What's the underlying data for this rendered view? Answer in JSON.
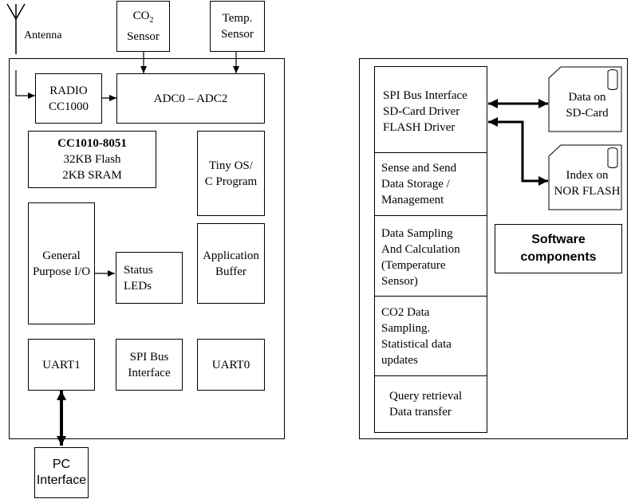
{
  "antenna": {
    "label": "Antenna"
  },
  "sensors": {
    "co2": {
      "label_main": "CO",
      "label_sub": "2",
      "label_rest": " Sensor"
    },
    "temp": {
      "line1": "Temp.",
      "line2": "Sensor"
    }
  },
  "hardware": {
    "radio": {
      "line1": "RADIO",
      "line2": "CC1000"
    },
    "adc": {
      "label": "ADC0 – ADC2"
    },
    "mcu": {
      "line1": "CC1010-8051",
      "line2": "32KB Flash",
      "line3": "2KB SRAM"
    },
    "os": {
      "line1": "Tiny OS/",
      "line2": "C Program"
    },
    "gpio": {
      "line1": "General",
      "line2": "Purpose I/O"
    },
    "leds": {
      "line1": "Status",
      "line2": "LEDs"
    },
    "app_buffer": {
      "line1": "Application",
      "line2": "Buffer"
    },
    "uart1": {
      "label": "UART1"
    },
    "spi": {
      "line1": "SPI Bus",
      "line2": "Interface"
    },
    "uart0": {
      "label": "UART0"
    },
    "pc": {
      "line1": "PC",
      "line2": "Interface"
    }
  },
  "software": {
    "rows": [
      {
        "lines": [
          "SPI Bus Interface",
          "SD-Card Driver",
          "FLASH Driver"
        ]
      },
      {
        "lines": [
          "Sense and Send",
          "Data Storage /",
          "Management"
        ]
      },
      {
        "lines": [
          "Data Sampling",
          "And Calculation",
          "(Temperature",
          "Sensor)"
        ]
      },
      {
        "lines": [
          "CO2 Data",
          "Sampling.",
          "Statistical data",
          "updates"
        ]
      },
      {
        "lines": [
          "Query retrieval",
          "Data transfer"
        ]
      }
    ],
    "sd_card": {
      "line1": "Data on",
      "line2": "SD-Card"
    },
    "nor_flash": {
      "line1": "Index on",
      "line2": "NOR FLASH"
    },
    "title": {
      "line1": "Software",
      "line2": "components"
    }
  }
}
